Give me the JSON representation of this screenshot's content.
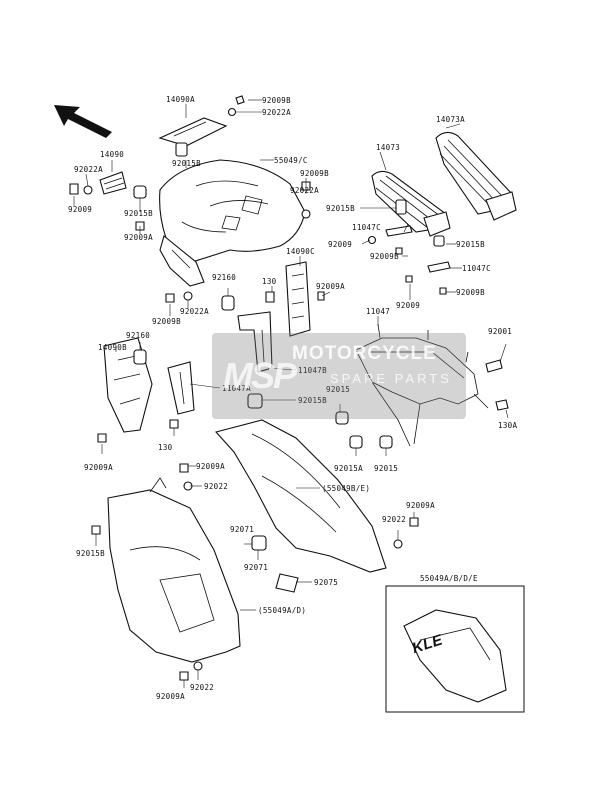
{
  "watermark": {
    "brand": "MSP",
    "line1": "MOTORCYCLE",
    "line2": "SPARE PARTS"
  },
  "inset": {
    "title": "55049A/B/D/E",
    "logo_text": "KLE"
  },
  "callouts": [
    {
      "id": "c01",
      "text": "14090A"
    },
    {
      "id": "c02",
      "text": "92009B"
    },
    {
      "id": "c03",
      "text": "92022A"
    },
    {
      "id": "c04",
      "text": "92015B"
    },
    {
      "id": "c05",
      "text": "14090"
    },
    {
      "id": "c06",
      "text": "92022A"
    },
    {
      "id": "c07",
      "text": "92009"
    },
    {
      "id": "c08",
      "text": "92015B"
    },
    {
      "id": "c09",
      "text": "55049/C"
    },
    {
      "id": "c10",
      "text": "92009B"
    },
    {
      "id": "c11",
      "text": "92022A"
    },
    {
      "id": "c12",
      "text": "92009A"
    },
    {
      "id": "c13",
      "text": "14073A"
    },
    {
      "id": "c14",
      "text": "14073"
    },
    {
      "id": "c15",
      "text": "92015B"
    },
    {
      "id": "c16",
      "text": "11047C"
    },
    {
      "id": "c17",
      "text": "92009"
    },
    {
      "id": "c18",
      "text": "92009B"
    },
    {
      "id": "c19",
      "text": "92015B"
    },
    {
      "id": "c20",
      "text": "11047C"
    },
    {
      "id": "c21",
      "text": "92009B"
    },
    {
      "id": "c22",
      "text": "92009"
    },
    {
      "id": "c23",
      "text": "14090C"
    },
    {
      "id": "c24",
      "text": "92160"
    },
    {
      "id": "c25",
      "text": "130"
    },
    {
      "id": "c26",
      "text": "92009A"
    },
    {
      "id": "c27",
      "text": "92022A"
    },
    {
      "id": "c28",
      "text": "92009B"
    },
    {
      "id": "c29",
      "text": "11047"
    },
    {
      "id": "c30",
      "text": "92001"
    },
    {
      "id": "c31",
      "text": "92160"
    },
    {
      "id": "c32",
      "text": "14090B"
    },
    {
      "id": "c33",
      "text": "11047A"
    },
    {
      "id": "c34",
      "text": "11047B"
    },
    {
      "id": "c35",
      "text": "92015"
    },
    {
      "id": "c36",
      "text": "92015B"
    },
    {
      "id": "c37",
      "text": "130"
    },
    {
      "id": "c38",
      "text": "130A"
    },
    {
      "id": "c39",
      "text": "92009A"
    },
    {
      "id": "c40",
      "text": "92015A"
    },
    {
      "id": "c41",
      "text": "92015"
    },
    {
      "id": "c42",
      "text": "92009A"
    },
    {
      "id": "c43",
      "text": "92022"
    },
    {
      "id": "c44",
      "text": "(55049B/E)"
    },
    {
      "id": "c45",
      "text": "92009A"
    },
    {
      "id": "c46",
      "text": "92022"
    },
    {
      "id": "c47",
      "text": "92015B"
    },
    {
      "id": "c48",
      "text": "92071"
    },
    {
      "id": "c49",
      "text": "92071"
    },
    {
      "id": "c50",
      "text": "92075"
    },
    {
      "id": "c51",
      "text": "(55049A/D)"
    },
    {
      "id": "c52",
      "text": "92022"
    },
    {
      "id": "c53",
      "text": "92009A"
    }
  ]
}
